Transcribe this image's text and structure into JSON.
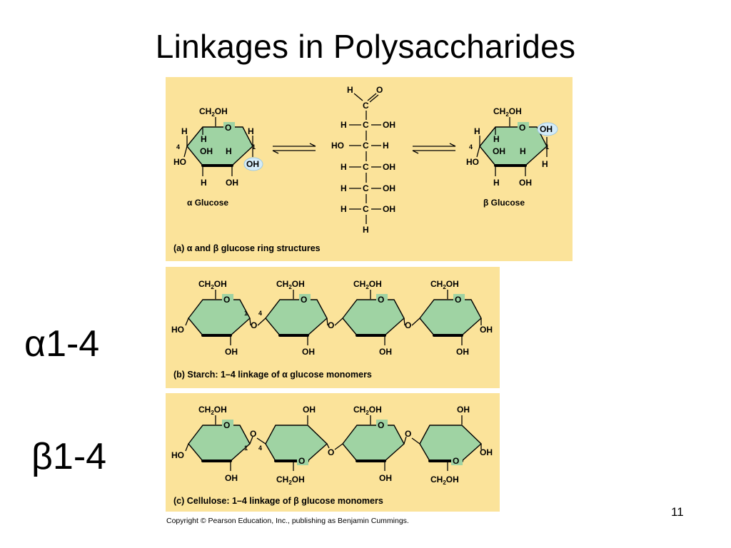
{
  "slide": {
    "title": "Linkages in Polysaccharides",
    "label_alpha": "α1-4",
    "label_beta": "β1-4",
    "page_number": "11",
    "copyright": "Copyright © Pearson Education, Inc., publishing as Benjamin Cummings."
  },
  "panel_a": {
    "caption": "(a) α and β glucose ring structures",
    "alpha_name": "α Glucose",
    "beta_name": "β Glucose"
  },
  "panel_b": {
    "caption": "(b) Starch: 1–4 linkage of α glucose monomers"
  },
  "panel_c": {
    "caption": "(c) Cellulose: 1–4 linkage of β glucose monomers"
  },
  "colors": {
    "panel": "#fbe39a",
    "ring": "#9fd3a3",
    "highlight": "#d5ecf8"
  }
}
